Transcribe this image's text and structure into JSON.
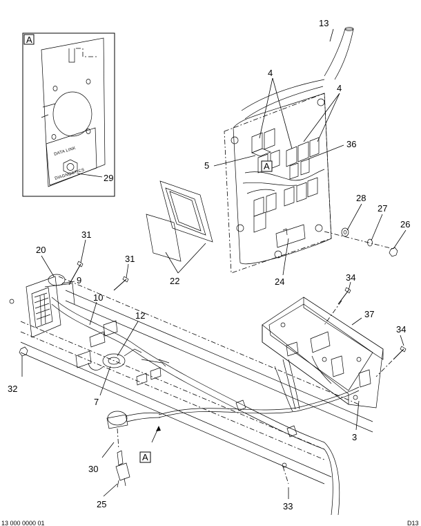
{
  "detail": {
    "label": "A",
    "plate_text_line1": "DATA LINK",
    "plate_text_line2": "DIAGNOSTICS"
  },
  "callouts": [
    {
      "id": "c13",
      "text": "13"
    },
    {
      "id": "c4a",
      "text": "4"
    },
    {
      "id": "c4b",
      "text": "4"
    },
    {
      "id": "c36",
      "text": "36"
    },
    {
      "id": "c5",
      "text": "5"
    },
    {
      "id": "c29",
      "text": "29"
    },
    {
      "id": "c22",
      "text": "22"
    },
    {
      "id": "c28",
      "text": "28"
    },
    {
      "id": "c27",
      "text": "27"
    },
    {
      "id": "c26",
      "text": "26"
    },
    {
      "id": "c24",
      "text": "24"
    },
    {
      "id": "c31a",
      "text": "31"
    },
    {
      "id": "c20",
      "text": "20"
    },
    {
      "id": "c31b",
      "text": "31"
    },
    {
      "id": "c9",
      "text": "9"
    },
    {
      "id": "c10",
      "text": "10"
    },
    {
      "id": "c34a",
      "text": "34"
    },
    {
      "id": "c12",
      "text": "12"
    },
    {
      "id": "c37",
      "text": "37"
    },
    {
      "id": "c34b",
      "text": "34"
    },
    {
      "id": "c32",
      "text": "32"
    },
    {
      "id": "c7",
      "text": "7"
    },
    {
      "id": "c3",
      "text": "3"
    },
    {
      "id": "c30",
      "text": "30"
    },
    {
      "id": "c25",
      "text": "25"
    },
    {
      "id": "c33",
      "text": "33"
    }
  ],
  "view_refs": [
    {
      "id": "ref1",
      "text": "A"
    },
    {
      "id": "ref2",
      "text": "A"
    }
  ],
  "footer": {
    "left": "13 000 0000 01",
    "right": "D13"
  }
}
